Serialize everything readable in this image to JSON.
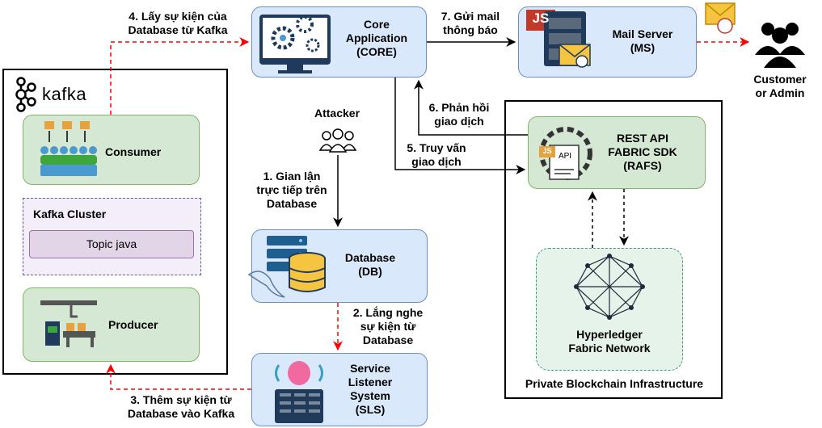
{
  "core": {
    "line1": "Core",
    "line2": "Application",
    "line3": "(CORE)"
  },
  "mail": {
    "line1": "Mail Server",
    "line2": "(MS)"
  },
  "customer": {
    "line1": "Customer",
    "line2": "or Admin"
  },
  "kafka": {
    "logo": "kafka",
    "consumer": "Consumer",
    "cluster": "Kafka Cluster",
    "topic": "Topic java",
    "producer": "Producer"
  },
  "attacker": {
    "label": "Attacker"
  },
  "database": {
    "line1": "Database",
    "line2": "(DB)"
  },
  "sls": {
    "line1": "Service",
    "line2": "Listener",
    "line3": "System",
    "line4": "(SLS)"
  },
  "rafs": {
    "line1": "REST API",
    "line2": "FABRIC SDK",
    "line3": "(RAFS)"
  },
  "fabric": {
    "line1": "Hyperledger",
    "line2": "Fabric Network"
  },
  "infra": {
    "label": "Private Blockchain Infrastructure"
  },
  "steps": {
    "s1": {
      "line1": "1. Gian lận",
      "line2": "trực tiếp trên",
      "line3": "Database"
    },
    "s2": {
      "line1": "2. Lắng nghe",
      "line2": "sự kiện từ",
      "line3": "Database"
    },
    "s3": {
      "line1": "3. Thêm sự kiện từ",
      "line2": "Database vào Kafka"
    },
    "s4": {
      "line1": "4. Lấy sự kiện của",
      "line2": "Database từ Kafka"
    },
    "s5": {
      "line1": "5. Truy vấn",
      "line2": "giao dịch"
    },
    "s6": {
      "line1": "6. Phản hồi",
      "line2": "giao dịch"
    },
    "s7": {
      "line1": "7. Gửi mail",
      "line2": "thông báo"
    }
  },
  "icons": {
    "js_badge": "JS",
    "api_badge": "API",
    "js_small": "JS"
  },
  "colors": {
    "blue_fill": "#dae8fc",
    "blue_stroke": "#6c8ebf",
    "green_fill": "#d5e8d4",
    "green_stroke": "#82b366",
    "purple_fill": "#e1d5e7",
    "purple_stroke": "#9673a6",
    "red_arrow": "#ff0000"
  }
}
